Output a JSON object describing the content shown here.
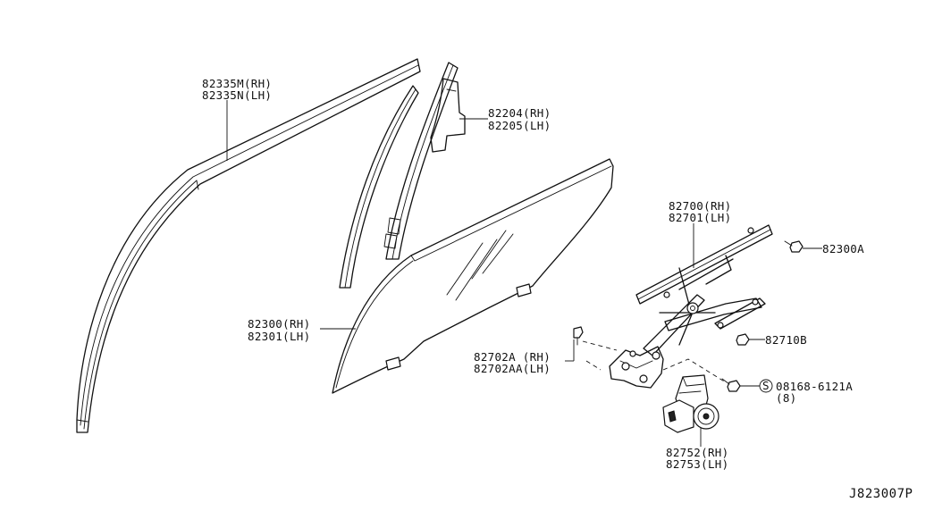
{
  "labels": {
    "sash_rh": "82335M(RH)",
    "sash_lh": "82335N(LH)",
    "sash_rear_rh": "82204(RH)",
    "sash_rear_lh": "82205(LH)",
    "regulator_rh": "82700(RH)",
    "regulator_lh": "82701(LH)",
    "bolt_upper": "82300A",
    "glass_rh": "82300(RH)",
    "glass_lh": "82301(LH)",
    "nut_lower": "82710B",
    "bolt_motor_rh": "82702A (RH)",
    "bolt_motor_lh": "82702AA(LH)",
    "screw_code": "08168-6121A",
    "screw_symbol": "S",
    "screw_qty": "(8)",
    "motor_rh": "82752(RH)",
    "motor_lh": "82753(LH)",
    "diagram_ref": "J823007P"
  }
}
